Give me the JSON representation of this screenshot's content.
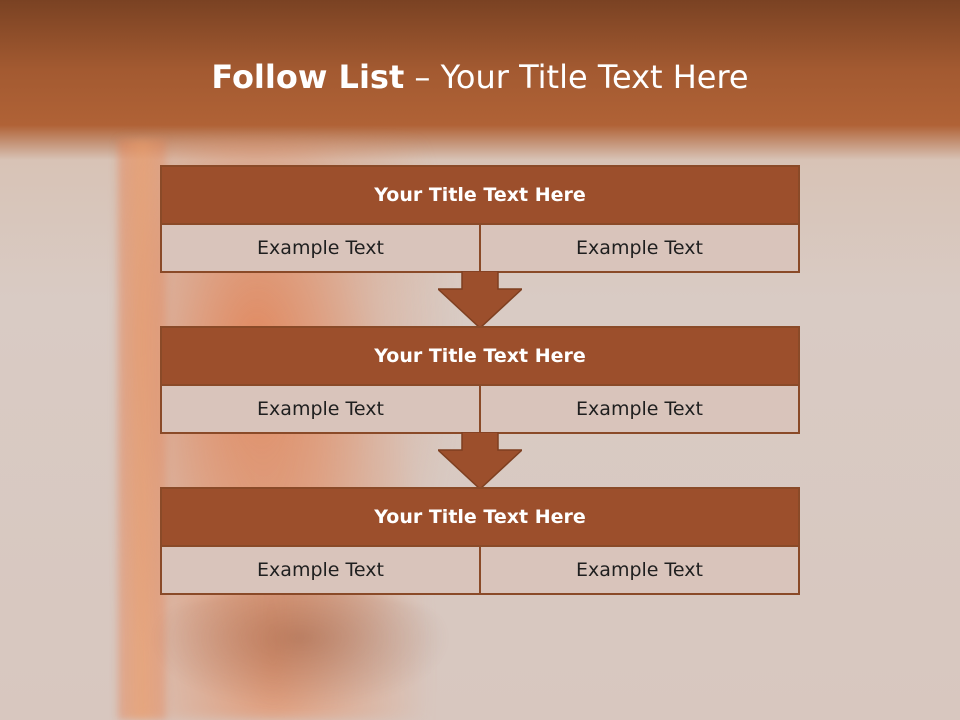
{
  "slide": {
    "title_bold": "Follow List",
    "title_rest": " – Your Title Text Here"
  },
  "blocks": [
    {
      "title": "Your Title Text Here",
      "left": "Example Text",
      "right": "Example Text"
    },
    {
      "title": "Your Title Text Here",
      "left": "Example Text",
      "right": "Example Text"
    },
    {
      "title": "Your Title Text Here",
      "left": "Example Text",
      "right": "Example Text"
    }
  ],
  "colors": {
    "header_fill": "#9c4f2c",
    "border": "#8a4a28",
    "cell_fill": "#d9c4bb",
    "arrow_fill": "#9c4f2c"
  }
}
